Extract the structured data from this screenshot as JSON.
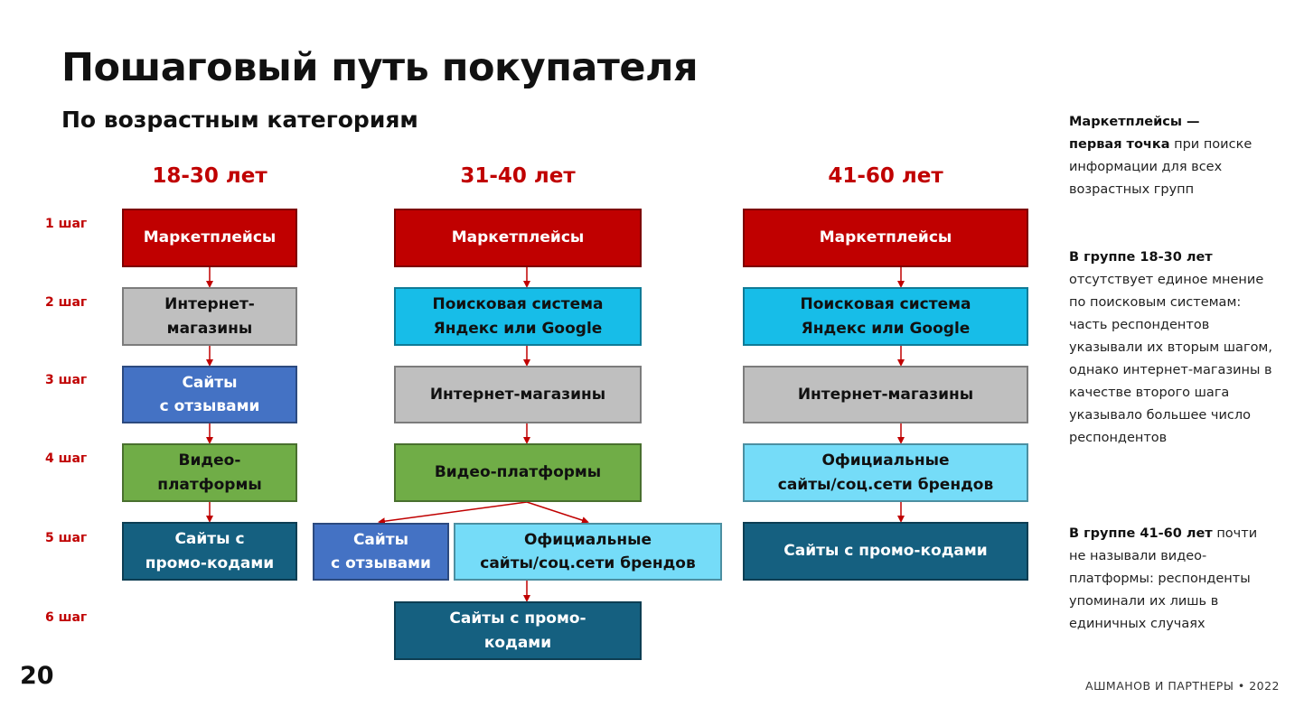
{
  "title": "Пошаговый путь покупателя",
  "subtitle": "По возрастным категориям",
  "columns": [
    "18-30 лет",
    "31-40 лет",
    "41-60 лет"
  ],
  "steps": [
    "1 шаг",
    "2 шаг",
    "3 шаг",
    "4 шаг",
    "5 шаг",
    "6 шаг"
  ],
  "col1": [
    "Маркетплейсы",
    "Интернет-\nмагазины",
    "Сайты\nс отзывами",
    "Видео-\nплатформы",
    "Сайты с\nпромо-кодами"
  ],
  "col2": {
    "s1": "Маркетплейсы",
    "s2": "Поисковая система\nЯндекс или Google",
    "s3": "Интернет-магазины",
    "s4": "Видео-платформы",
    "s5a": "Сайты\nс отзывами",
    "s5b": "Официальные\nсайты/соц.сети брендов",
    "s6": "Сайты с промо-\nкодами"
  },
  "col3": [
    "Маркетплейсы",
    "Поисковая система\nЯндекс или Google",
    "Интернет-магазины",
    "Официальные\nсайты/соц.сети брендов",
    "Сайты с промо-кодами"
  ],
  "side": {
    "p1_bold": "Маркетплейсы —\nпервая точка",
    "p1_rest": " при поиске информации для всех возрастных групп",
    "p2_bold": "В группе 18-30 лет",
    "p2_rest": " отсутствует единое мнение по поисковым системам: часть респондентов указывали их вторым шагом, однако интернет-магазины в качестве второго шага указывало большее число респондентов",
    "p3_bold": "В группе 41-60 лет",
    "p3_rest": " почти не называли видео-платформы: респонденты упоминали их лишь в единичных случаях"
  },
  "page_number": "20",
  "footer": "АШМАНОВ И ПАРТНЕРЫ • 2022",
  "colors": {
    "accent_red": "#c00000",
    "gray": "#bfbfbf",
    "blue": "#4472c4",
    "green": "#70ad47",
    "teal": "#156080",
    "cyan": "#17bde8",
    "light_cyan": "#75dcf8"
  }
}
